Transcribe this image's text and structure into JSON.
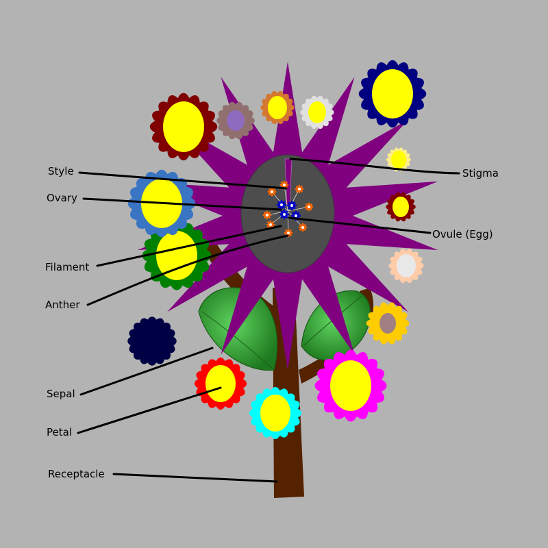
{
  "labels": {
    "style": "Style",
    "ovary": "Ovary",
    "filament": "Filament",
    "anther": "Anther",
    "sepal": "Sepal",
    "petal": "Petal",
    "receptacle": "Receptacle",
    "stigma": "Stigma",
    "ovule": "Ovule (Egg)"
  },
  "colors": {
    "background": "#b3b3b3",
    "central_flower": "#800080",
    "ovary": "#4d4d4d",
    "stem": "#552200",
    "leaf": "#2ca02c",
    "pollen": "#ff6600",
    "ovule": "#0000cc",
    "flower_center": "#ffff00"
  },
  "small_flowers": [
    {
      "petal_color": "#800000",
      "center_color": "#ffff00"
    },
    {
      "petal_color": "#916f6f",
      "center_color": "#8e6bbf"
    },
    {
      "petal_color": "#d4782f",
      "center_color": "#ffff00"
    },
    {
      "petal_color": "#e0e0e0",
      "center_color": "#ffff00"
    },
    {
      "petal_color": "#000080",
      "center_color": "#ffff00"
    },
    {
      "petal_color": "#ffee88",
      "center_color": "#ffff00"
    },
    {
      "petal_color": "#800000",
      "center_color": "#ffff00"
    },
    {
      "petal_color": "#ffccaa",
      "center_color": "#e8e8e8"
    },
    {
      "petal_color": "#ffcc00",
      "center_color": "#a08080"
    },
    {
      "petal_color": "#ff00ff",
      "center_color": "#ffff00"
    },
    {
      "petal_color": "#00ffff",
      "center_color": "#ffff00"
    },
    {
      "petal_color": "#ff0000",
      "center_color": "#ffff00"
    },
    {
      "petal_color": "#000044",
      "center_color": "#000044"
    },
    {
      "petal_color": "#008000",
      "center_color": "#ffff00"
    },
    {
      "petal_color": "#3a75c4",
      "center_color": "#ffff00"
    }
  ]
}
